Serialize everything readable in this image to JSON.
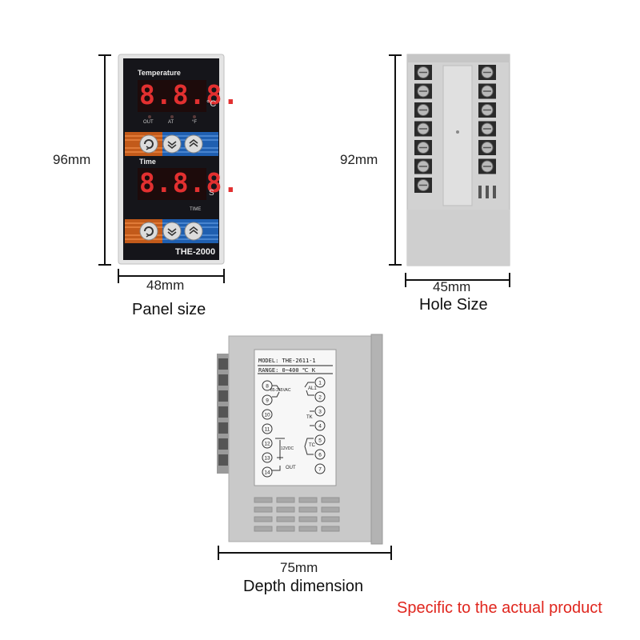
{
  "front_panel": {
    "height_label": "96mm",
    "width_label": "48mm",
    "caption": "Panel size",
    "temperature_label": "Temperature",
    "temperature_digits": "8.8.8.",
    "celsius_unit": "°C",
    "indicator_labels": [
      "OUT",
      "AT",
      "°F"
    ],
    "time_label": "Time",
    "time_digits": "8.8.8.",
    "seconds_unit": "S",
    "time_indicator": "TIME",
    "model": "THE-2000"
  },
  "rear_panel": {
    "height_label": "92mm",
    "width_label": "45mm",
    "caption": "Hole Size"
  },
  "side_panel": {
    "model_line": "MODEL:  THE-2611-1",
    "range_line": "RANGE:  0~400 ℃    K",
    "left_terminals": [
      "8",
      "9",
      "10",
      "11",
      "12",
      "13",
      "14"
    ],
    "right_terminals": [
      "1",
      "2",
      "3",
      "4",
      "5",
      "6",
      "7"
    ],
    "power_label": "85-265VAC",
    "alarm_label": "AL1",
    "tk_label": "TK",
    "dc_label": "12VDC",
    "tc_label": "TC",
    "out_label": "OUT",
    "depth_label": "75mm",
    "caption": "Depth dimension"
  },
  "disclaimer": "Specific to the actual product"
}
